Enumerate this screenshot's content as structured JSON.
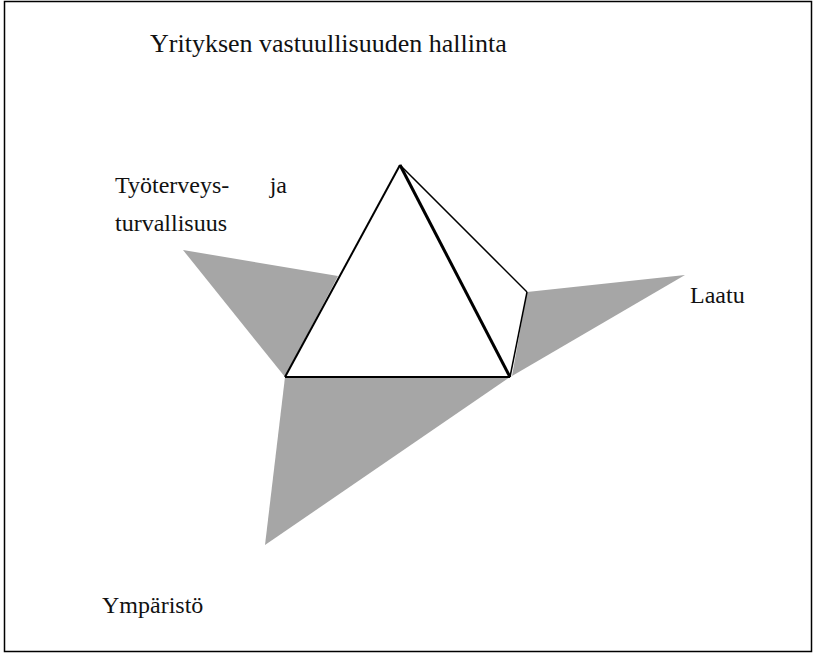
{
  "diagram": {
    "title": "Yrityksen vastuullisuuden hallinta",
    "labels": [
      "Työterveys- ja turvallisuus",
      "Laatu",
      "Ympäristö"
    ]
  }
}
